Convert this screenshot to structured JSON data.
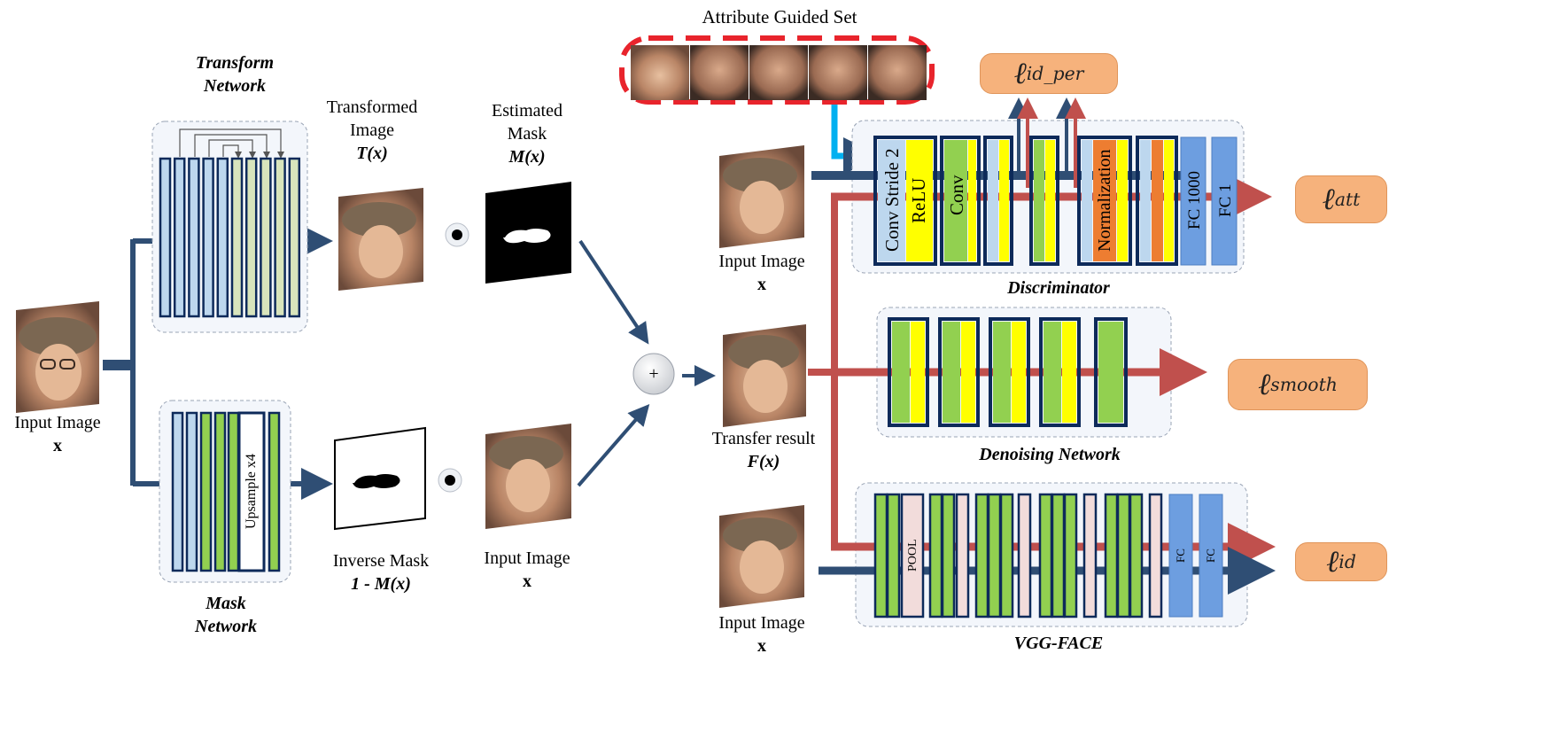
{
  "labels": {
    "attribute_guided_set": "Attribute Guided Set",
    "transform_network": [
      "Transform",
      "Network"
    ],
    "mask_network": [
      "Mask",
      "Network"
    ],
    "transformed_image": [
      "Transformed",
      "Image"
    ],
    "transformed_image_math": "T(x)",
    "estimated_mask": [
      "Estimated",
      "Mask"
    ],
    "estimated_mask_math": "M(x)",
    "inverse_mask": "Inverse Mask",
    "inverse_mask_math": "1 - M(x)",
    "input_image": "Input Image",
    "x": "x",
    "transfer_result": "Transfer result",
    "transfer_result_math": "F(x)",
    "discriminator": "Discriminator",
    "denoising_network": "Denoising Network",
    "vgg_face": "VGG-FACE",
    "upsample": "Upsample x4",
    "conv_stride2": "Conv Stride 2",
    "relu": "ReLU",
    "conv": "Conv",
    "normalization": "Normalization",
    "fc1000": "FC 1000",
    "fc1": "FC 1",
    "pool": "POOL",
    "fc": "FC",
    "plus": "+"
  },
  "losses": {
    "id_per": {
      "symbol": "ℓ",
      "sub": "id_per"
    },
    "att": {
      "symbol": "ℓ",
      "sub": "att"
    },
    "smooth": {
      "symbol": "ℓ",
      "sub": "smooth"
    },
    "id": {
      "symbol": "ℓ",
      "sub": "id"
    }
  },
  "colors": {
    "arrow_blue": "#2f4e74",
    "arrow_red": "#c0504d",
    "light_blue": "#bdd7ee",
    "light_green": "#d8e4bc",
    "green": "#92d050",
    "yellow": "#ffff00",
    "orange": "#ed7d31",
    "fc_blue": "#6d9ee0",
    "pink": "#f2dcdb",
    "dark_border": "#0d2a5a",
    "cyan": "#00b0f0",
    "dashed_red": "#e8242c",
    "loss_fill": "#f6b27c"
  }
}
